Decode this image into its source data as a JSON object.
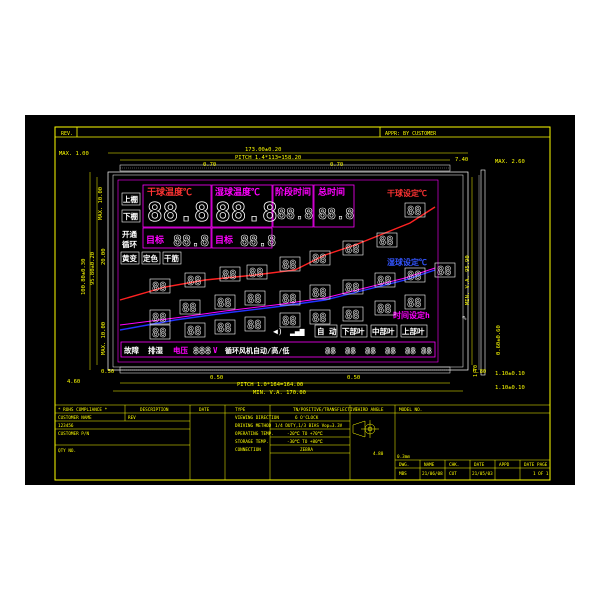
{
  "header": {
    "rev": "REV.",
    "appr": "APPR: BY CUSTOMER"
  },
  "dims": {
    "top_width": "173.00±0.20",
    "pitch_top": "PITCH 1.4*113=158.20",
    "max_l": "MAX. 1.00",
    "d070a": "0.70",
    "d070b": "0.70",
    "d740": "7.40",
    "max_r": "MAX. 2.60",
    "left_v1": "100.80±0.30",
    "left_v2": "95.80±0.20",
    "left_v3": "MAX. 10.00",
    "left_v4": "20.00",
    "left_v5": "MAX. 10.00",
    "left_v6": "0.50",
    "left_v7": "4.60",
    "right_v1": "MIN. V.A. 95.90",
    "right_v2": "0.60±0.60",
    "right_v3": "1.10±0.10",
    "right_v4": "1.10±0.10",
    "right_v5": "0.80",
    "right_v6": "1.70",
    "bot_050a": "0.50",
    "bot_050b": "0.50",
    "pitch_bot": "PITCH 1.0*164=164.00",
    "bot_va": "MIN. V.A. 170.00",
    "e5": "4.80"
  },
  "lcd": {
    "t_dry_temp": "干球温度℃",
    "t_wet_temp": "湿球温度℃",
    "t_stage_time": "阶段时间",
    "t_total_time": "总时间",
    "t_upper": "上棚",
    "t_lower": "下棚",
    "t_open": "开通",
    "t_fan": "循环",
    "t_target1": "目标",
    "t_target2": "目标",
    "t_dry_set": "干球设定℃",
    "t_wet_set": "湿球设定℃",
    "t_time_set": "时间设定h",
    "t_yellow": "黄变",
    "t_fix": "定色",
    "t_dry": "干筋",
    "t_auto": "自 动",
    "t_down": "下部叶",
    "t_mid": "中部叶",
    "t_up": "上部叶",
    "t_fault": "故障",
    "t_exhaust": "排湿",
    "t_voltage": "电压",
    "t_v": "V",
    "t_fanmode": "循环风机自动/高/低",
    "seg1": "88.8",
    "seg2": "88.8",
    "seg3": "88.8",
    "seg4": "88.8",
    "seg5": "88.8",
    "seg6": "88.8",
    "seg7": "888"
  },
  "table": {
    "rohs": "* ROHS COMPLIANCE *",
    "cust_name": "CUSTOMER NAME",
    "rev_col": "REV",
    "cust_no": "123456",
    "cust_pn": "CUSTOMER P/N",
    "qty": "QTY NO.",
    "description": "DESCRIPTION",
    "date": "DATE",
    "type": "TYPE",
    "type_val": "TN/POSITIVE/TRANSFLECTIVE",
    "view_dir": "VIEWING DIRECTION",
    "view_val": "6 O'CLOCK",
    "drive_method": "DRIVING METHOD",
    "drive_val": "1/4 DUTY,1/3 BIAS Vop=3.3V",
    "oper_temp": "OPERATING TEMP.",
    "oper_val": "-20℃ TO +70℃",
    "storage_temp": "STORAGE TEMP.",
    "storage_val": "-30℃ TO +80℃",
    "connection": "CONNECTION",
    "conn_val": "ZEBRA",
    "third_angle": "THIRD ANGLE",
    "model_no": "MODEL NO.",
    "e_val": "0.3mm",
    "dwg": "DWG.",
    "name": "NAME",
    "chk": "CHK.",
    "date2": "DATE",
    "appd": "APPD",
    "date3": "DATE",
    "page": "PAGE",
    "mbs": "MBS",
    "d1": "21/06/08",
    "cut": "CUT",
    "d2": "21/05/03",
    "pg": "1 OF 1"
  }
}
